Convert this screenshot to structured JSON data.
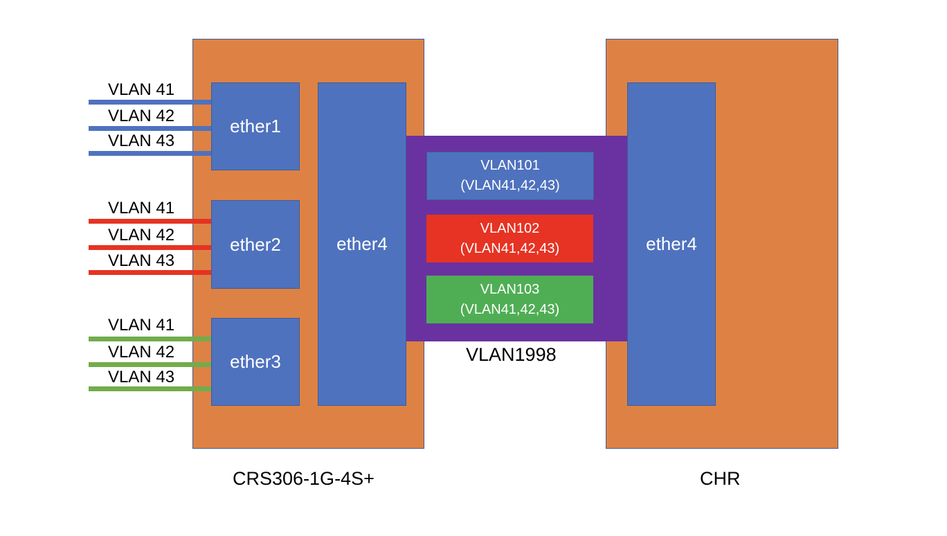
{
  "colors": {
    "device_fill": "#DD8244",
    "port_fill": "#4F72BE",
    "trunk_fill": "#6A32A0",
    "wire_blue": "#4F72BE",
    "wire_red": "#E63323",
    "wire_green": "#72AC4B",
    "vlan_red": "#E63323",
    "vlan_green": "#4FAE54"
  },
  "switch": {
    "caption": "CRS306-1G-4S+",
    "ports": {
      "ether1": "ether1",
      "ether2": "ether2",
      "ether3": "ether3",
      "ether4": "ether4"
    },
    "wires": {
      "ether1": [
        "VLAN 41",
        "VLAN 42",
        "VLAN 43"
      ],
      "ether2": [
        "VLAN 41",
        "VLAN 42",
        "VLAN 43"
      ],
      "ether3": [
        "VLAN 41",
        "VLAN 42",
        "VLAN 43"
      ]
    }
  },
  "chr": {
    "caption": "CHR",
    "port": "ether4"
  },
  "trunk": {
    "label": "VLAN1998",
    "vlans": [
      {
        "name": "VLAN101",
        "members": "(VLAN41,42,43)"
      },
      {
        "name": "VLAN102",
        "members": "(VLAN41,42,43)"
      },
      {
        "name": "VLAN103",
        "members": "(VLAN41,42,43)"
      }
    ]
  }
}
